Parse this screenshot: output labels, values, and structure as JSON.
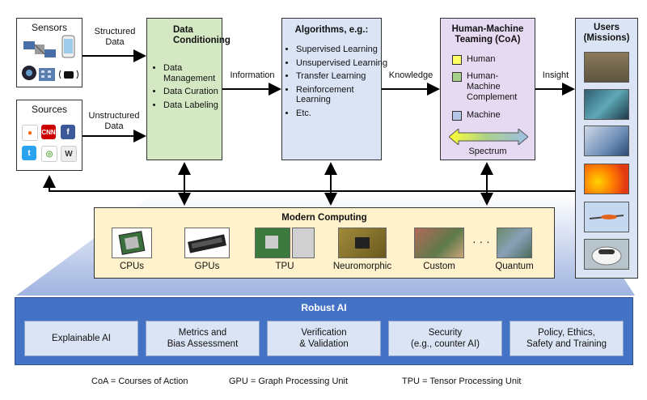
{
  "sensors": {
    "title": "Sensors"
  },
  "sources": {
    "title": "Sources"
  },
  "edges": {
    "structured": "Structured\nData",
    "unstructured": "Unstructured\nData",
    "information": "Information",
    "knowledge": "Knowledge",
    "insight": "Insight"
  },
  "data_conditioning": {
    "title": "Data\nConditioning",
    "items": [
      "Data Management",
      "Data Curation",
      "Data Labeling"
    ]
  },
  "algorithms": {
    "title": "Algorithms, e.g.:",
    "items": [
      "Supervised Learning",
      "Unsupervised Learning",
      "Transfer Learning",
      "Reinforcement Learning",
      "Etc."
    ]
  },
  "hmt": {
    "title": "Human-Machine\nTeaming (CoA)",
    "legend": [
      {
        "label": "Human",
        "color": "#ffff66"
      },
      {
        "label": "Human-\nMachine\nComplement",
        "color": "#a8d08d"
      },
      {
        "label": "Machine",
        "color": "#b4c7e7"
      }
    ],
    "spectrum": "Spectrum"
  },
  "users": {
    "title": "Users\n(Missions)"
  },
  "computing": {
    "title": "Modern Computing",
    "items": [
      "CPUs",
      "GPUs",
      "TPU",
      "Neuromorphic",
      "Custom",
      "Quantum"
    ],
    "ellipsis": "· · ·"
  },
  "robust": {
    "title": "Robust AI",
    "items": [
      "Explainable AI",
      "Metrics and\nBias Assessment",
      "Verification\n& Validation",
      "Security\n(e.g., counter AI)",
      "Policy, Ethics,\nSafety and Training"
    ]
  },
  "footer": {
    "coa": "CoA = Courses of Action",
    "gpu": "GPU = Graph Processing Unit",
    "tpu": "TPU = Tensor Processing Unit"
  },
  "source_icons": [
    "reddit-icon",
    "cnn-icon",
    "facebook-icon",
    "twitter-icon",
    "search-globe-icon",
    "wikipedia-icon"
  ],
  "colors": {
    "conditioning": "#d5e8c4",
    "algorithms": "#dbe4f5",
    "hmt": "#e6d9f2",
    "users": "#dbe4f5",
    "computing": "#fff2cc",
    "robust_bar": "#4472c4"
  }
}
